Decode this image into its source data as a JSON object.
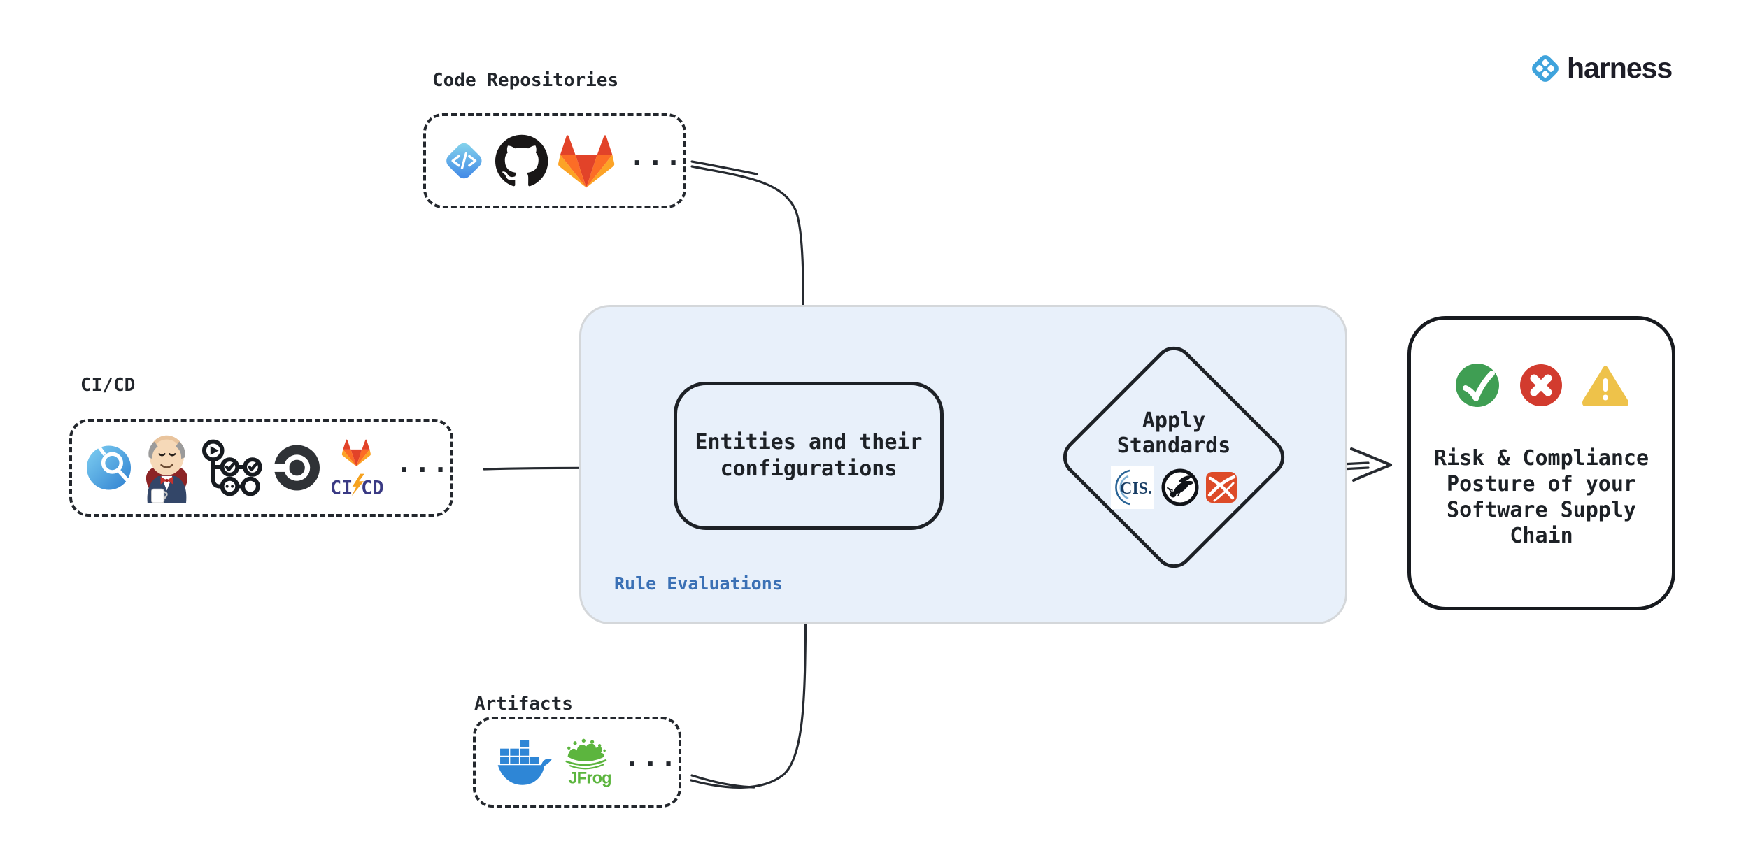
{
  "brand": {
    "wordmark": "harness",
    "mark_color": "#3fa3dc",
    "text_color": "#1d1d27"
  },
  "colors": {
    "panel_fill": "#e8f0fa",
    "panel_border": "#d4d7da",
    "ink": "#21252b",
    "rule_label_blue": "#3a70b5",
    "success_green": "#3f9e53",
    "failure_red": "#d23b2e",
    "warning_yellow": "#eec24a"
  },
  "sources": {
    "code_repositories": {
      "label": "Code Repositories",
      "icons": [
        "harness-code",
        "github",
        "gitlab"
      ],
      "ellipsis": "..."
    },
    "cicd": {
      "label": "CI/CD",
      "icons": [
        "harness-pipeline-orb",
        "jenkins",
        "github-actions",
        "circleci",
        "gitlab-cicd"
      ],
      "ellipsis": "..."
    },
    "artifacts": {
      "label": "Artifacts",
      "icons": [
        "docker",
        "jfrog"
      ],
      "ellipsis": "..."
    }
  },
  "rule_panel": {
    "label": "Rule Evaluations"
  },
  "nodes": {
    "entities": {
      "line1": "Entities and their",
      "line2": "configurations"
    },
    "standards": {
      "line1": "Apply",
      "line2": "Standards",
      "icons": [
        "cis",
        "owasp",
        "standards-badge"
      ],
      "cis_text": "CIS."
    },
    "result": {
      "lines": [
        "Risk & Compliance",
        "Posture of your",
        "Software Supply",
        "Chain"
      ],
      "status_icons": [
        "success-check",
        "failure-cross",
        "warning-triangle"
      ]
    }
  },
  "badges": {
    "gitlab_ci": "CI",
    "gitlab_cd": "CD",
    "jfrog": "JFrog"
  }
}
